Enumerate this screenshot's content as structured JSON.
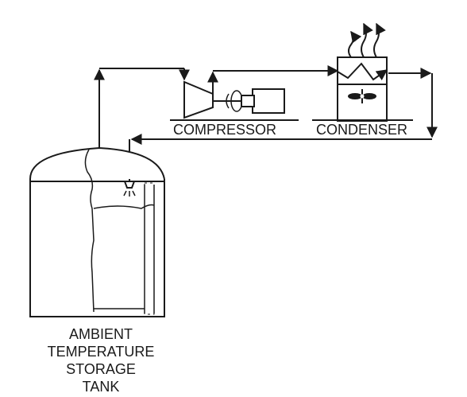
{
  "labels": {
    "compressor": "COMPRESSOR",
    "condenser": "CONDENSER",
    "tank_line1": "AMBIENT",
    "tank_line2": "TEMPERATURE",
    "tank_line3": "STORAGE",
    "tank_line4": "TANK"
  },
  "colors": {
    "ink": "#1a1a1a",
    "background": "#ffffff"
  }
}
